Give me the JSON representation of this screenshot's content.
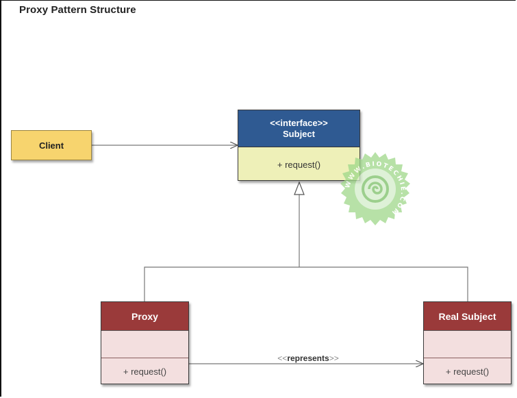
{
  "title": "Proxy Pattern Structure",
  "client": {
    "label": "Client"
  },
  "subject": {
    "stereotype": "<<interface>>",
    "name": "Subject",
    "operation": "+ request()"
  },
  "proxy": {
    "name": "Proxy",
    "operation": "+ request()"
  },
  "real_subject": {
    "name": "Real Subject",
    "operation": "+ request()"
  },
  "association": {
    "open": "<<",
    "label": "represents",
    "close": ">>"
  },
  "watermark": {
    "text": "WWW.BIOTECHIE.COM"
  },
  "colors": {
    "client_fill": "#f7d46e",
    "interface_header": "#2f5a92",
    "interface_body": "#eef0b8",
    "class_header": "#9a3a3a",
    "class_body": "#f3dfdf",
    "watermark_green": "#8fd07a"
  }
}
